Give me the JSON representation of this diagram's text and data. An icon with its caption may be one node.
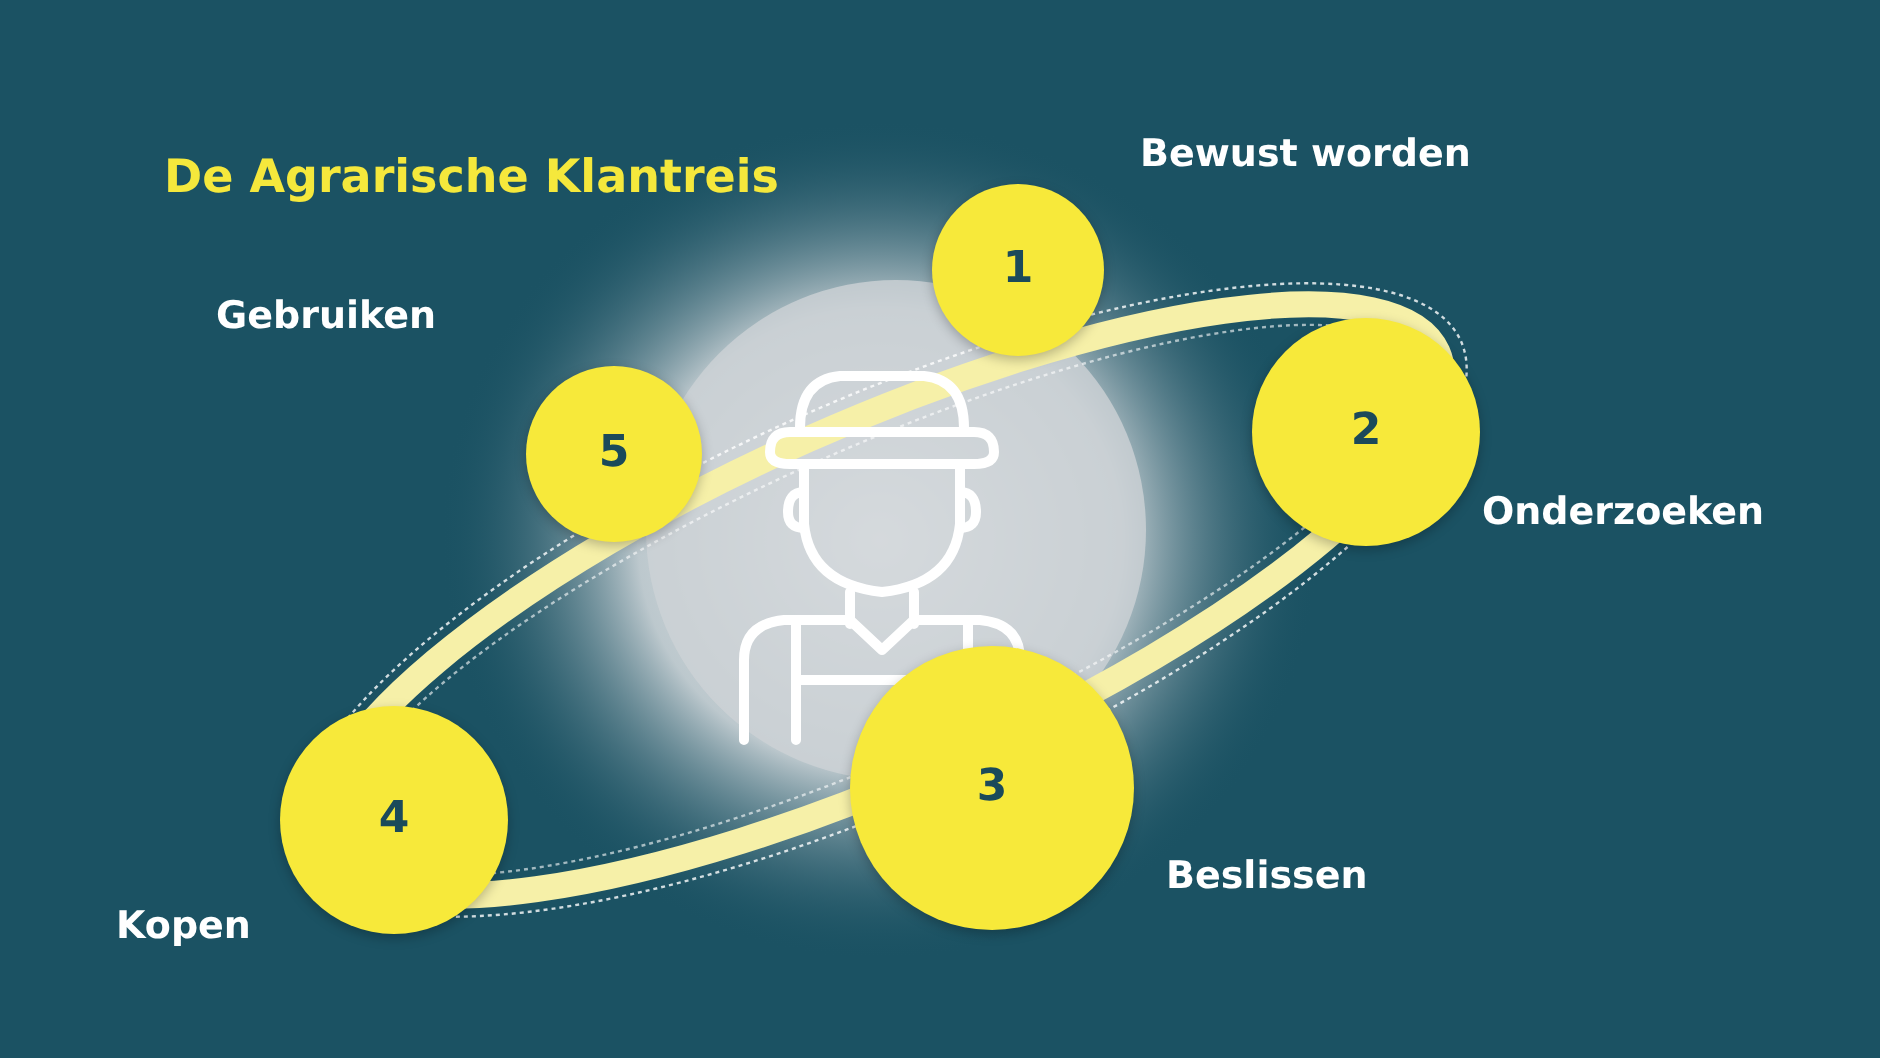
{
  "diagram": {
    "title": "De Agrarische Klantreis",
    "nodes": [
      {
        "text": [
          "1"
        ],
        "beside": [
          "Bewust worden"
        ]
      },
      {
        "text": [
          "2"
        ],
        "beside": [
          "Onderzoeken"
        ]
      },
      {
        "text": [
          "3"
        ],
        "beside": [
          "Beslissen"
        ]
      },
      {
        "text": [
          "4"
        ],
        "beside": [
          "Kopen"
        ]
      },
      {
        "text": [
          "5"
        ],
        "beside": [
          "Gebruiken"
        ]
      }
    ]
  }
}
